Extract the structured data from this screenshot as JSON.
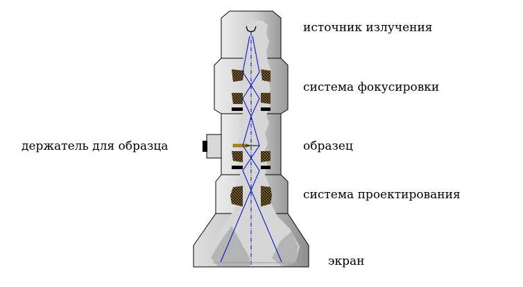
{
  "labels": {
    "source": "источник излучения",
    "focusing": "система фокусировки",
    "holder": "держатель для образца",
    "sample": "образец",
    "projection": "система проектирования",
    "screen": "экран"
  },
  "colors": {
    "body_light": "#e6e6e6",
    "body_dark": "#9a9a9a",
    "inner_chamber": "#d8d8d8",
    "beam": "#0000cc",
    "lens": "#1a1a1a",
    "lens_mesh": "#c08a2a",
    "sample_rod": "#b8860b",
    "outline": "#000000"
  },
  "icons": [
    "electron-gun-filament-icon",
    "magnetic-lens-icon",
    "sample-holder-icon",
    "fluorescent-screen-icon"
  ]
}
